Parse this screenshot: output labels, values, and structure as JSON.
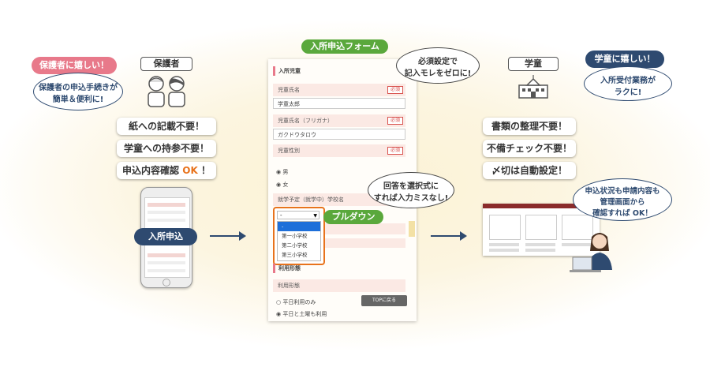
{
  "left": {
    "bubble_title": "保護者に嬉しい！",
    "bubble_text_1": "保護者の申込手続きが",
    "bubble_text_2": "簡単＆便利に!",
    "tag": "保護者",
    "points": [
      "紙への記載不要！",
      "学童への持参不要！"
    ],
    "point3_a": "申込内容確認",
    "point3_ok": "OK",
    "point3_b": "！",
    "phone_label": "入所申込"
  },
  "form": {
    "header": "入所申込フォーム",
    "section": "入所児童",
    "name_label": "児童氏名",
    "name_value": "学童太郎",
    "kana_label": "児童氏名（フリガナ）",
    "kana_value": "ガクドウタロウ",
    "gender_label": "児童性別",
    "gender_male": "男",
    "gender_female": "女",
    "school_label": "就学予定（就学中）学校名",
    "required": "必須",
    "dropdown_selected": "-",
    "dropdown_options": [
      "-",
      "第一小学校",
      "第二小学校",
      "第三小学校"
    ],
    "pulldown": "プルダウン",
    "usage_section": "利用形態",
    "usage_label": "利用形態",
    "usage_weekday": "平日利用のみ",
    "usage_saturday": "平日と土曜も利用",
    "top_button": "TOPに戻る",
    "callout_required_1": "必須設定で",
    "callout_required_2": "記入モレをゼロに!",
    "callout_select_1": "回答を選択式に",
    "callout_select_2": "すれば入力ミスなし!"
  },
  "right": {
    "tag": "学童",
    "bubble_title": "学童に嬉しい！",
    "bubble_text_1": "入所受付業務が",
    "bubble_text_2": "ラクに!",
    "points": [
      "書類の整理不要！",
      "不備チェック不要！",
      "〆切は自動設定！"
    ],
    "callout_1": "申込状況も申請内容も",
    "callout_2": "管理画面から",
    "callout_3": "確認すれば OK！"
  },
  "colors": {
    "pink": "#e8798a",
    "navy": "#2e4a70",
    "green": "#5aa83c",
    "orange": "#e8731c"
  }
}
